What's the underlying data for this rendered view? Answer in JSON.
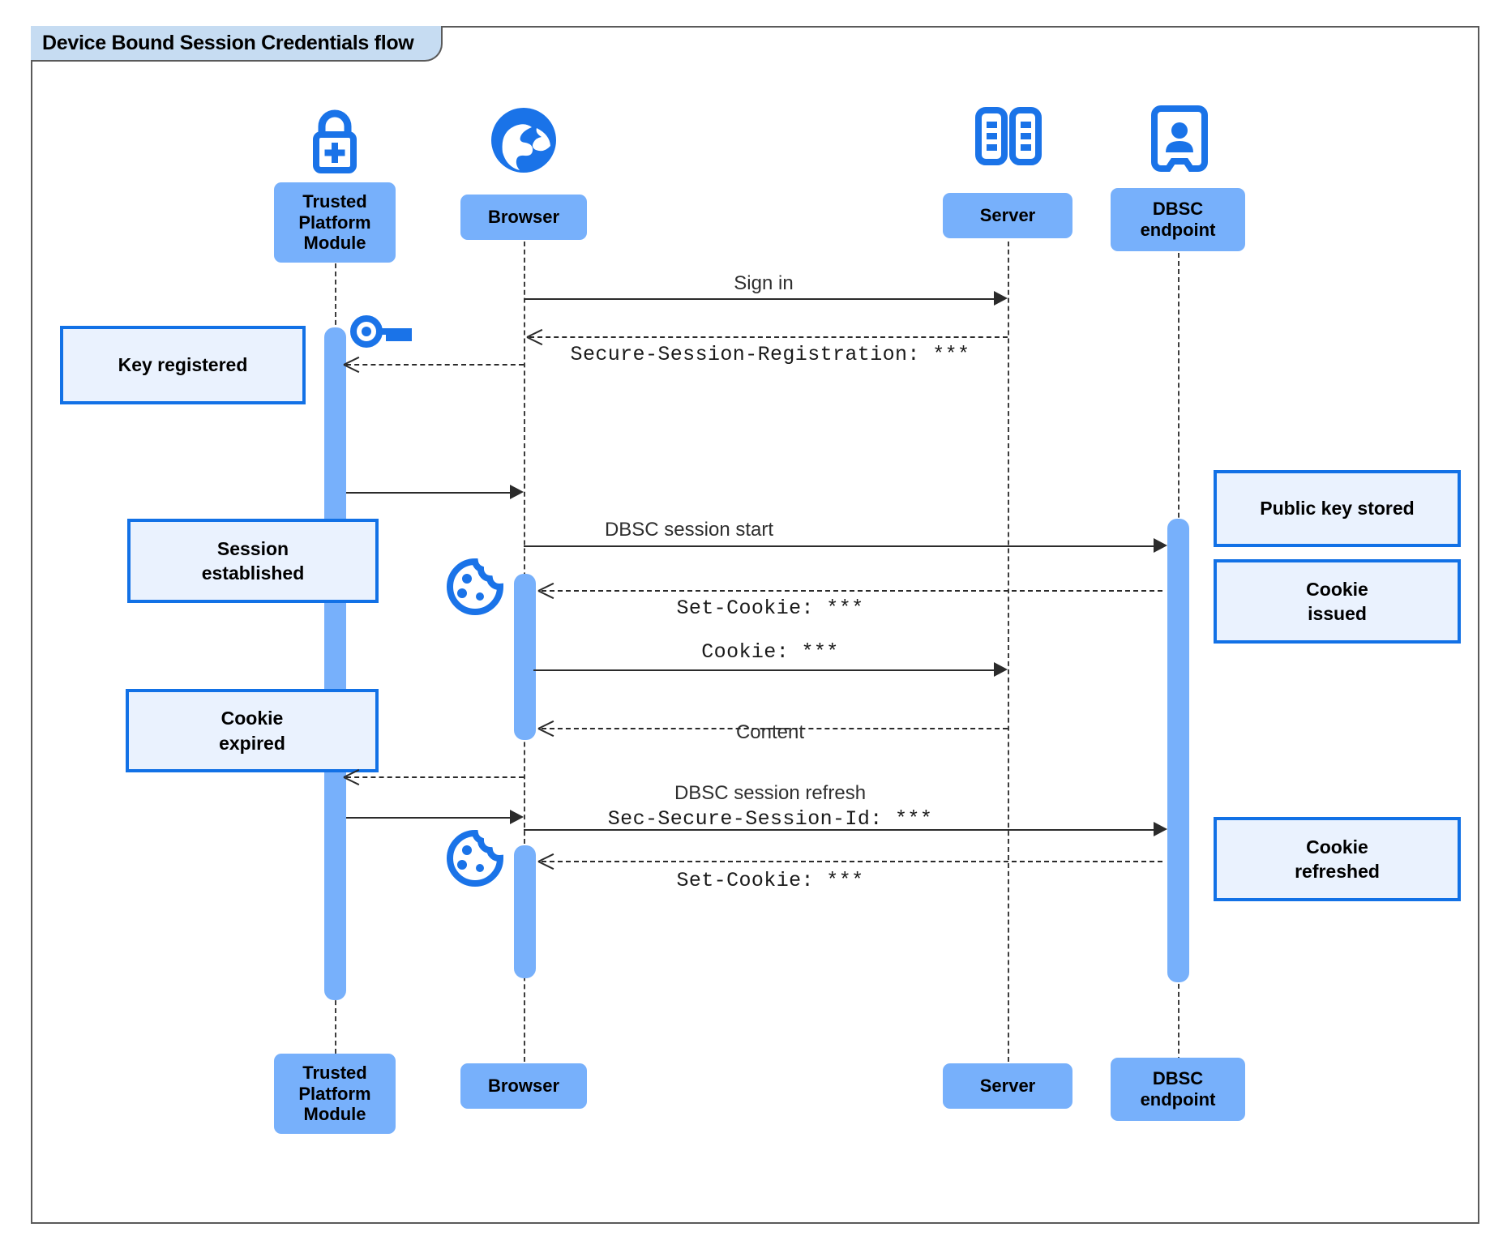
{
  "diagram": {
    "type": "uml-sequence",
    "title": "Device Bound Session Credentials flow",
    "frame_label": "Device Bound Session Credentials flow",
    "colors": {
      "participant_fill": "#77b0fb",
      "note_fill": "#eaf2fe",
      "note_border": "#1271e6",
      "icon_blue": "#1a73e8",
      "frame_border": "#5a5a5a",
      "frame_tab_fill": "#c6dcf2",
      "line": "#2b2b2b"
    }
  },
  "participants": [
    {
      "id": "tpm",
      "label": "Trusted\nPlatform\nModule",
      "icon": "lock-plus-icon"
    },
    {
      "id": "browser",
      "label": "Browser",
      "icon": "globe-icon"
    },
    {
      "id": "server",
      "label": "Server",
      "icon": "server-rack-icon"
    },
    {
      "id": "dbsc",
      "label": "DBSC\nendpoint",
      "icon": "id-badge-icon"
    }
  ],
  "messages": [
    {
      "id": "m1",
      "from": "browser",
      "to": "server",
      "style": "solid",
      "label": "Sign in",
      "font": "proportional"
    },
    {
      "id": "m2",
      "from": "server",
      "to": "browser",
      "style": "dashed",
      "label": "Secure-Session-Registration: ***",
      "font": "mono"
    },
    {
      "id": "m3",
      "from": "tpm",
      "to": "browser",
      "style": "solid",
      "label": "",
      "font": "proportional"
    },
    {
      "id": "m4",
      "from": "browser",
      "to": "dbsc",
      "style": "solid",
      "label": "DBSC session start",
      "font": "proportional"
    },
    {
      "id": "m5",
      "from": "dbsc",
      "to": "browser",
      "style": "dashed",
      "label": "Set-Cookie: ***",
      "font": "mono"
    },
    {
      "id": "m6",
      "from": "browser",
      "to": "server",
      "style": "solid",
      "label": "Cookie: ***",
      "font": "mono"
    },
    {
      "id": "m7",
      "from": "server",
      "to": "browser",
      "style": "dashed",
      "label": "Content",
      "font": "proportional"
    },
    {
      "id": "m8",
      "from": "browser",
      "to": "tpm",
      "style": "dashed",
      "label": "",
      "font": "proportional"
    },
    {
      "id": "m9",
      "from": "tpm",
      "to": "browser",
      "style": "solid",
      "label": "",
      "font": "proportional"
    },
    {
      "id": "m10",
      "from": "browser",
      "to": "dbsc",
      "style": "solid",
      "label_line1": "DBSC session refresh",
      "label_line2": "Sec-Secure-Session-Id: ***"
    },
    {
      "id": "m11",
      "from": "dbsc",
      "to": "browser",
      "style": "dashed",
      "label": "Set-Cookie: ***",
      "font": "mono"
    }
  ],
  "labels": {
    "sign_in": "Sign in",
    "secure_session_registration": "Secure-Session-Registration: ***",
    "dbsc_session_start": "DBSC session start",
    "set_cookie_1": "Set-Cookie: ***",
    "cookie": "Cookie: ***",
    "content": "Content",
    "dbsc_session_refresh": "DBSC session refresh",
    "sec_secure_session_id": "Sec-Secure-Session-Id: ***",
    "set_cookie_2": "Set-Cookie: ***"
  },
  "notes": [
    {
      "id": "n1",
      "side": "left",
      "text": "Key registered"
    },
    {
      "id": "n2",
      "side": "left",
      "text": "Session\nestablished"
    },
    {
      "id": "n3",
      "side": "left",
      "text": "Cookie\nexpired"
    },
    {
      "id": "n4",
      "side": "right",
      "text": "Public key stored"
    },
    {
      "id": "n5",
      "side": "right",
      "text": "Cookie\nissued"
    },
    {
      "id": "n6",
      "side": "right",
      "text": "Cookie\nrefreshed"
    }
  ],
  "note_text": {
    "key_registered": "Key registered",
    "session_established_l1": "Session",
    "session_established_l2": "established",
    "cookie_expired_l1": "Cookie",
    "cookie_expired_l2": "expired",
    "public_key_stored": "Public key stored",
    "cookie_issued_l1": "Cookie",
    "cookie_issued_l2": "issued",
    "cookie_refreshed_l1": "Cookie",
    "cookie_refreshed_l2": "refreshed"
  },
  "participant_labels": {
    "tpm_l1": "Trusted",
    "tpm_l2": "Platform",
    "tpm_l3": "Module",
    "browser": "Browser",
    "server": "Server",
    "dbsc_l1": "DBSC",
    "dbsc_l2": "endpoint"
  },
  "inline_icons": [
    {
      "id": "key",
      "name": "key-icon",
      "near": "tpm lifeline, after registration"
    },
    {
      "id": "ck1",
      "name": "cookie-icon",
      "near": "browser lifeline, set-cookie"
    },
    {
      "id": "ck2",
      "name": "cookie-icon",
      "near": "browser lifeline, refreshed set-cookie"
    }
  ]
}
